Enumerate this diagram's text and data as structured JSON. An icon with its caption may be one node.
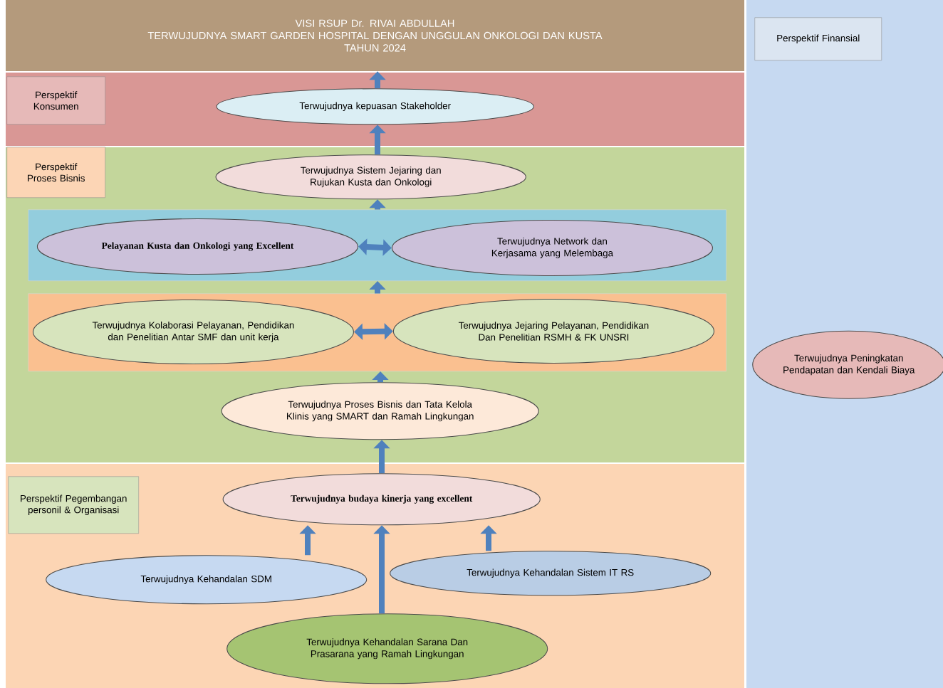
{
  "diagram": {
    "nodes": [
      {
        "text": [
          "VISI RSUP Dr. RIVAI ABDULLAH",
          "TERWUJUDNYA SMART GARDEN HOSPITAL DENGAN UNGGULAN ONKOLOGI DAN KUSTA",
          "TAHUN 2024"
        ]
      },
      {
        "text": [],
        "shape": "band"
      },
      {
        "text": [
          "Perspektif Konsumen"
        ],
        "in": 1
      },
      {
        "text": [
          "Terwujudnya kepuasan Stakeholder"
        ],
        "in": 1
      },
      {
        "text": [],
        "shape": "band"
      },
      {
        "text": [
          "Perspektif Proses Bisnis"
        ],
        "in": 4
      },
      {
        "text": [
          "Terwujudnya Sistem Jejaring dan Rujukan Kusta dan Onkologi"
        ],
        "in": 4
      },
      {
        "text": [],
        "shape": "box",
        "in": 4
      },
      {
        "text": [
          "Pelayanan Kusta dan Onkologi yang Excellent"
        ],
        "in": 7
      },
      {
        "text": [
          "Terwujudnya Network dan Kerjasama yang Melembaga"
        ],
        "in": 7
      },
      {
        "text": [],
        "shape": "box",
        "in": 4
      },
      {
        "text": [
          "Terwujudnya Kolaborasi Pelayanan, Pendidikan dan Penelitian Antar SMF dan unit kerja"
        ],
        "in": 10
      },
      {
        "text": [
          "Terwujudnya Jejaring Pelayanan, Pendidikan Dan Penelitian RSMH & FK UNSRI"
        ],
        "in": 10
      },
      {
        "text": [
          "Terwujudnya Proses Bisnis dan Tata Kelola Klinis yang SMART dan Ramah Lingkungan"
        ],
        "in": 4
      },
      {
        "text": [],
        "shape": "band"
      },
      {
        "text": [
          "Perspektif Pegembangan personil & Organisasi"
        ],
        "in": 14
      },
      {
        "text": [
          "Terwujudnya budaya kinerja yang excellent"
        ],
        "in": 14
      },
      {
        "text": [
          "Terwujudnya Kehandalan SDM"
        ],
        "in": 14
      },
      {
        "text": [
          "Terwujudnya Kehandalan Sistem IT RS"
        ],
        "in": 14
      },
      {
        "text": [
          "Terwujudnya Kehandalan Sarana Dan Prasarana yang Ramah Lingkungan"
        ],
        "in": 14
      },
      {
        "text": [],
        "shape": "band"
      },
      {
        "text": [
          "Perspektif Finansial"
        ],
        "in": 20
      },
      {
        "text": [
          "Terwujudnya Peningkatan Pendapatan dan Kendali Biaya"
        ],
        "in": 20
      }
    ],
    "edges": [
      {
        "from": 3,
        "to": 0,
        "arrow": "to"
      },
      {
        "from": 6,
        "to": 3,
        "arrow": "to"
      },
      {
        "from": 7,
        "to": 6,
        "arrow": "to"
      },
      {
        "from": 8,
        "to": 9,
        "arrow": "both"
      },
      {
        "from": 10,
        "to": 7,
        "arrow": "to"
      },
      {
        "from": 11,
        "to": 12,
        "arrow": "both"
      },
      {
        "from": 13,
        "to": 10,
        "arrow": "to"
      },
      {
        "from": 16,
        "to": 13,
        "arrow": "to"
      },
      {
        "from": 17,
        "to": 16,
        "arrow": "to"
      },
      {
        "from": 19,
        "to": 16,
        "arrow": "to"
      },
      {
        "from": 18,
        "to": 16,
        "arrow": "to"
      }
    ]
  }
}
